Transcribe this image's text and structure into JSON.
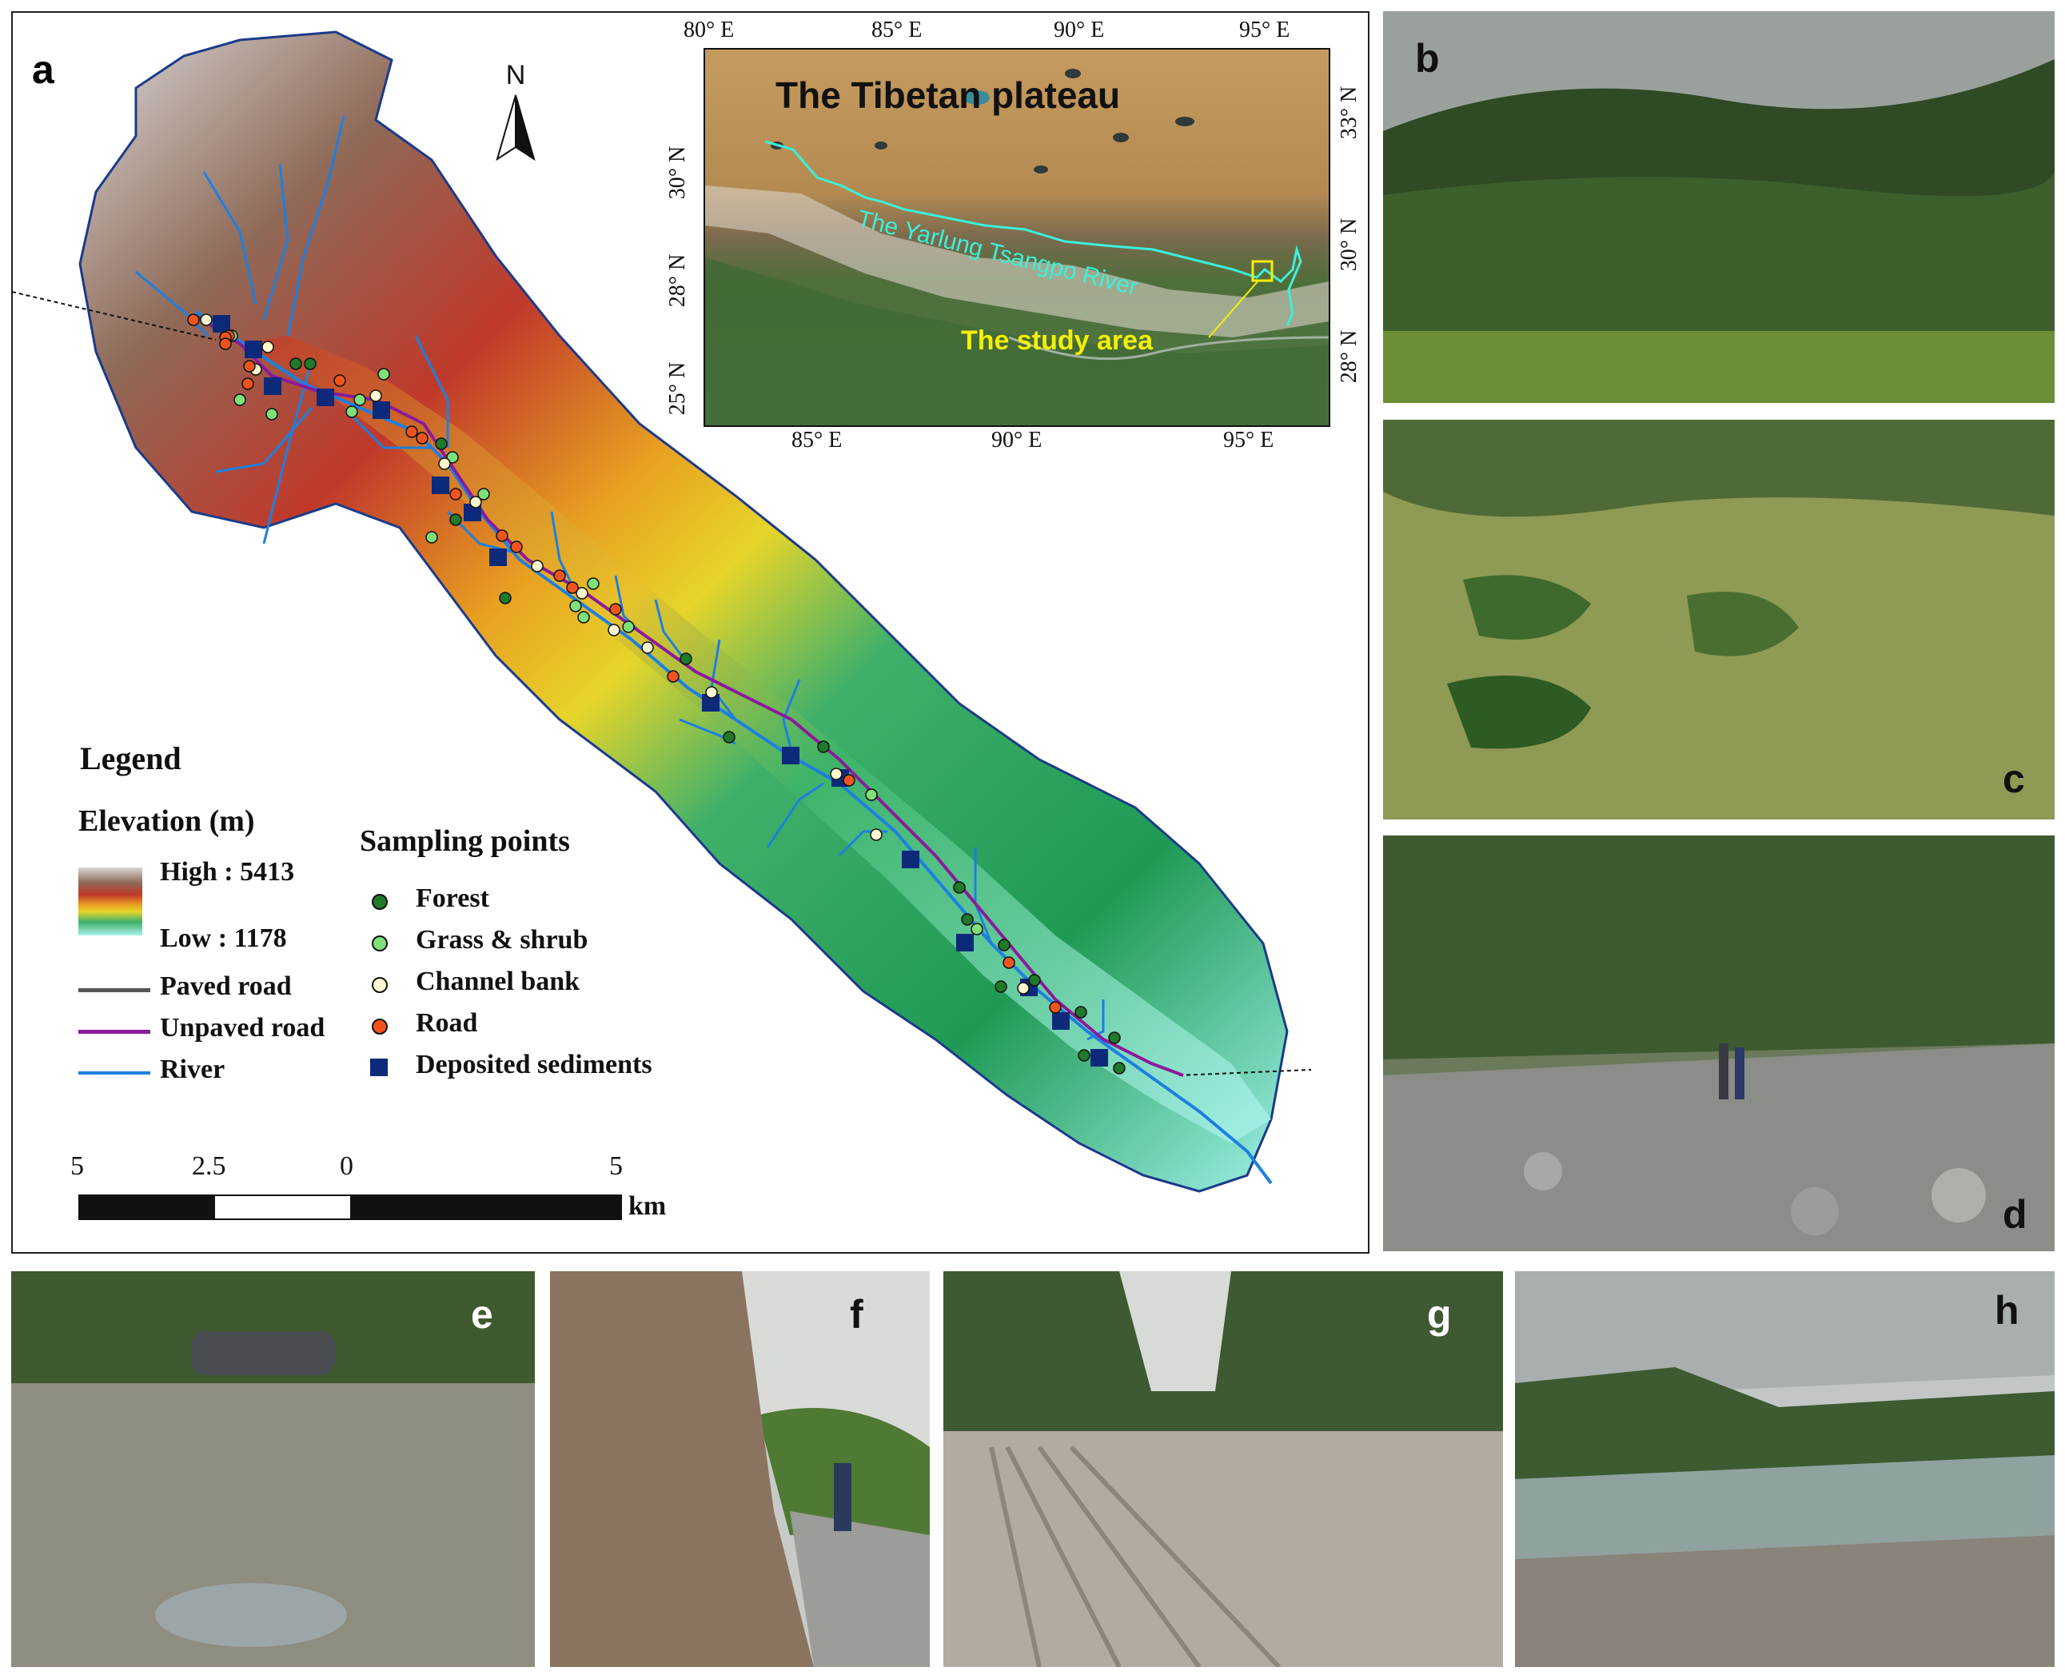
{
  "panels": {
    "a": "a",
    "b": "b",
    "c": "c",
    "d": "d",
    "e": "e",
    "f": "f",
    "g": "g",
    "h": "h"
  },
  "north": "N",
  "inset": {
    "title": "The Tibetan plateau",
    "river_label": "The Yarlung Tsangpo River",
    "study_label": "The study area",
    "top_ticks": [
      "80° E",
      "85° E",
      "90° E",
      "95° E"
    ],
    "bottom_ticks": [
      "85° E",
      "90° E",
      "95° E"
    ],
    "left_ticks": [
      "30° N",
      "28° N",
      "25° N"
    ],
    "right_ticks": [
      "33° N",
      "30° N",
      "28° N"
    ]
  },
  "legend": {
    "title": "Legend",
    "elevation_title": "Elevation (m)",
    "high": "High : 5413",
    "low": "Low : 1178",
    "lines": [
      {
        "label": "Paved road",
        "color": "#555555"
      },
      {
        "label": "Unpaved road",
        "color": "#8b1a9b"
      },
      {
        "label": "River",
        "color": "#1e7fe0"
      }
    ],
    "sampling_title": "Sampling points",
    "points": [
      {
        "label": "Forest",
        "color": "#1f7a2a"
      },
      {
        "label": "Grass & shrub",
        "color": "#7ee07a"
      },
      {
        "label": "Channel bank",
        "color": "#fdf8d0"
      },
      {
        "label": "Road",
        "color": "#f0541c"
      },
      {
        "label": "Deposited sediments",
        "color": "#0d2a7a"
      }
    ]
  },
  "scalebar": {
    "ticks": [
      "5",
      "2.5",
      "0",
      "5"
    ],
    "unit": "km"
  }
}
